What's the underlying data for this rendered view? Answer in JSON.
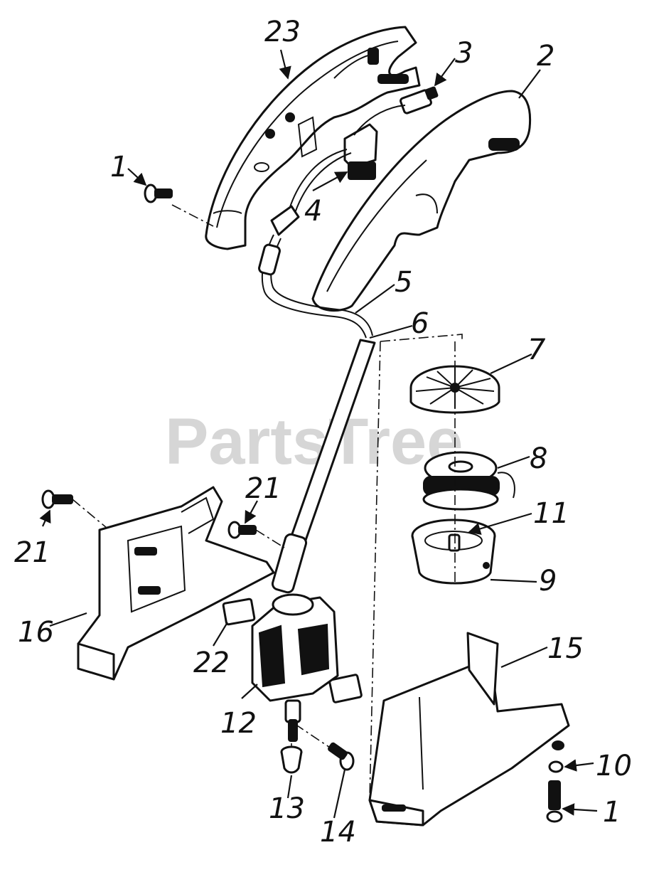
{
  "watermark": "PartsTree",
  "callouts": {
    "c23": "23",
    "c3": "3",
    "c2": "2",
    "c1_top": "1",
    "c4": "4",
    "c5": "5",
    "c6": "6",
    "c7": "7",
    "c8": "8",
    "c11": "11",
    "c9": "9",
    "c21_left": "21",
    "c21_right": "21",
    "c16": "16",
    "c22": "22",
    "c12": "12",
    "c15": "15",
    "c10": "10",
    "c13": "13",
    "c14": "14",
    "c1_bottom": "1"
  },
  "colors": {
    "ink": "#111111",
    "paper": "#ffffff",
    "watermark": "#c9c9c9"
  }
}
